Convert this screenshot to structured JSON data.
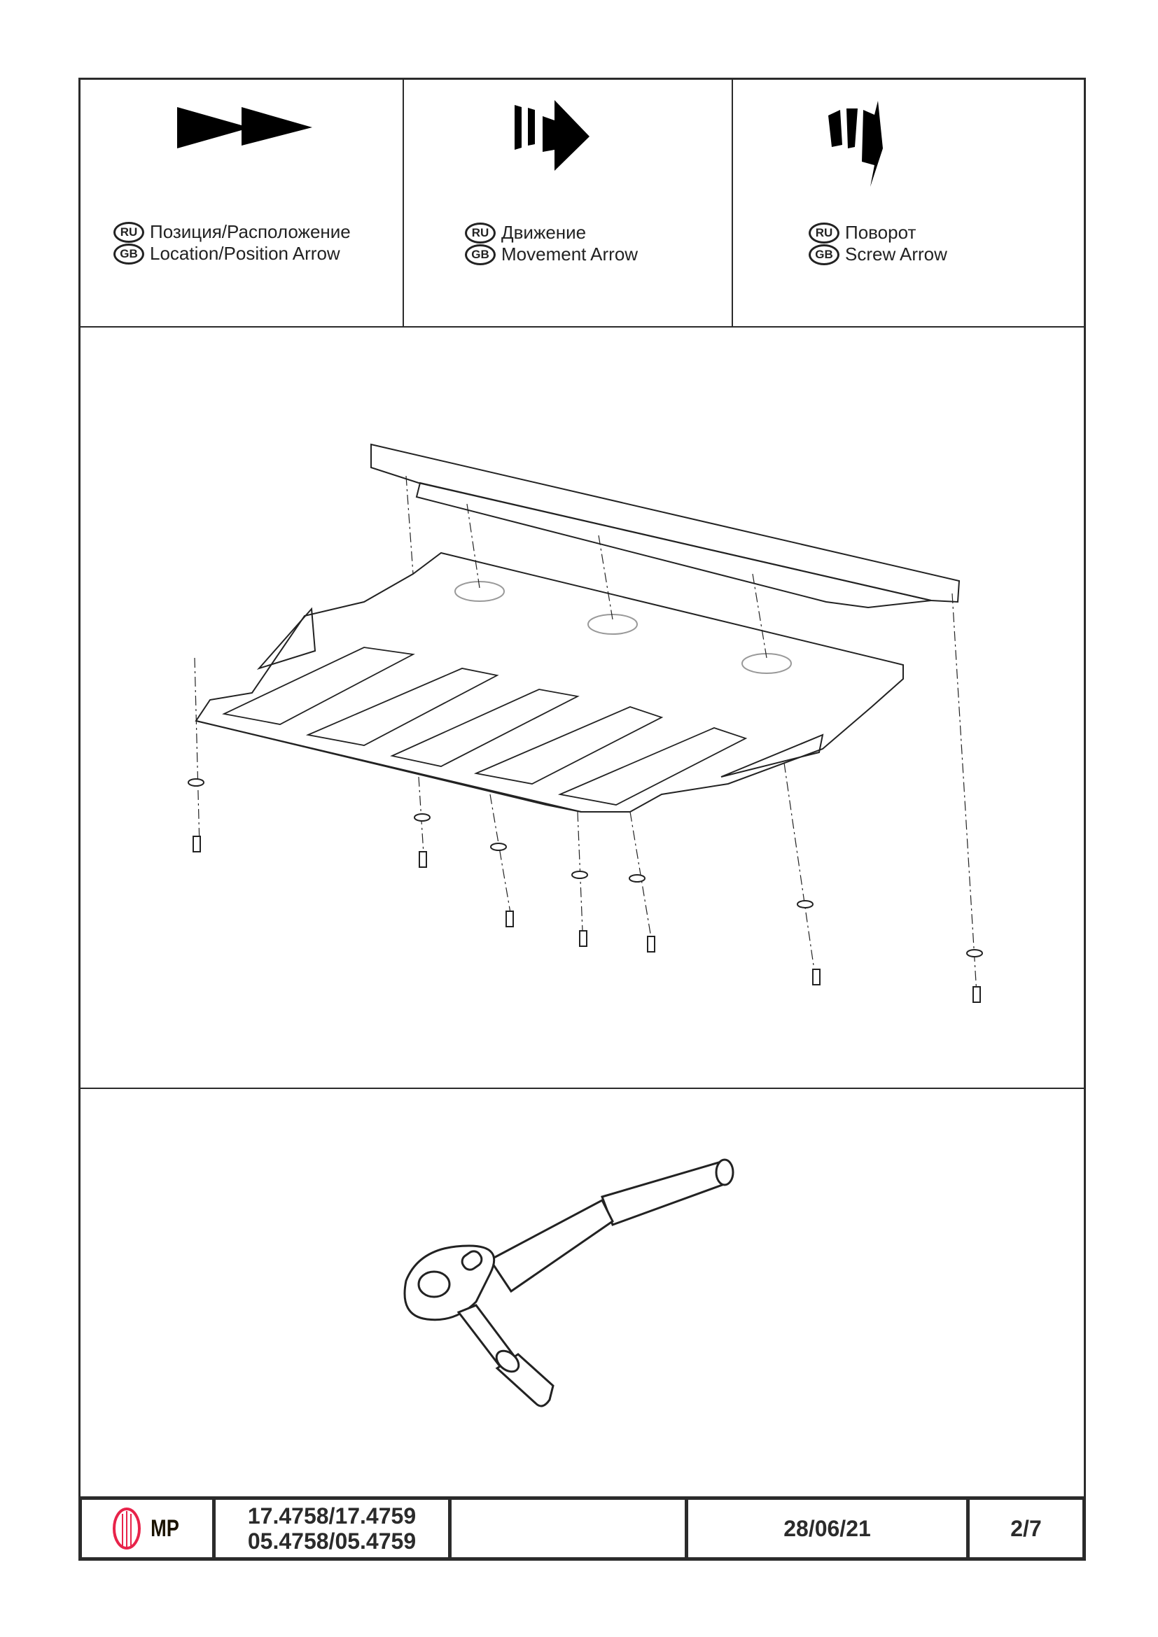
{
  "legend": [
    {
      "icon": "location-arrow-icon",
      "ru_badge": "RU",
      "gb_badge": "GB",
      "ru": "Позиция/Расположение",
      "gb": "Location/Position Arrow"
    },
    {
      "icon": "movement-arrow-icon",
      "ru_badge": "RU",
      "gb_badge": "GB",
      "ru": "Движение",
      "gb": "Movement Arrow"
    },
    {
      "icon": "screw-arrow-icon",
      "ru_badge": "RU",
      "gb_badge": "GB",
      "ru": "Поворот",
      "gb": "Screw Arrow"
    }
  ],
  "footer": {
    "logo_text": "MP",
    "logo_color": "#e8234a",
    "code_line1": "17.4758/17.4759",
    "code_line2": "05.4758/05.4759",
    "blank": "",
    "date": "28/06/21",
    "page": "2/7"
  }
}
